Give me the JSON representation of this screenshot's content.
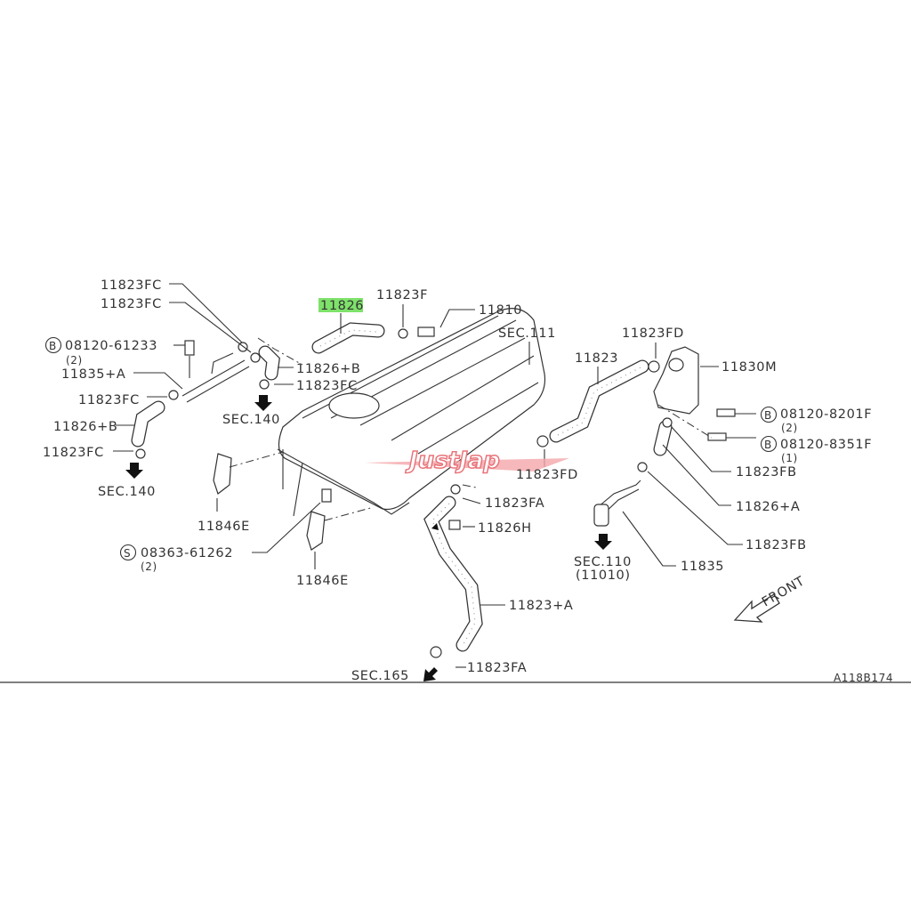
{
  "diagram_code": "A118B174",
  "highlighted_part": "11826",
  "highlight_color": "#7ee26a",
  "watermark": "JustJap",
  "labels": {
    "fc1": "11823FC",
    "fc2": "11823FC",
    "bolt1_prefix": "B",
    "bolt1": "08120-61233",
    "bolt1_qty": "(2)",
    "p11835a": "11835+A",
    "fc3": "11823FC",
    "p11826b_left": "11826+B",
    "fc4": "11823FC",
    "sec140_left": "SEC.140",
    "p11826": "11826",
    "p11823f": "11823F",
    "p11810": "11810",
    "sec111": "SEC.111",
    "p11826b_mid": "11826+B",
    "fc5": "11823FC",
    "sec140_mid": "SEC.140",
    "p11823": "11823",
    "fd1": "11823FD",
    "p11830m": "11830M",
    "bolt2_prefix": "B",
    "bolt2": "08120-8201F",
    "bolt2_qty": "(2)",
    "bolt3_prefix": "B",
    "bolt3": "08120-8351F",
    "bolt3_qty": "(1)",
    "fb1": "11823FB",
    "fd2": "11823FD",
    "fa1": "11823FA",
    "p11826h": "11826H",
    "p11846e1": "11846E",
    "screw_prefix": "S",
    "screw": "08363-61262",
    "screw_qty": "(2)",
    "p11846e2": "11846E",
    "p11826a": "11826+A",
    "fb2": "11823FB",
    "sec110": "SEC.110",
    "sec110_sub": "(11010)",
    "p11835": "11835",
    "p11823a": "11823+A",
    "front": "FRONT",
    "sec165": "SEC.165",
    "fa2": "11823FA"
  }
}
